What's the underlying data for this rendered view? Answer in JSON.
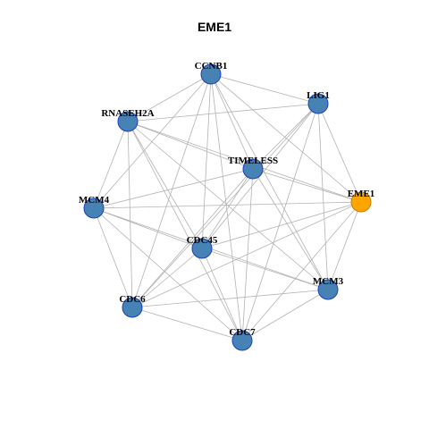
{
  "title": "EME1",
  "colors": {
    "node_fill": "#4682b4",
    "node_stroke": "#1f3fbf",
    "hub_fill": "#ffa500",
    "hub_stroke": "#c47d00",
    "edge": "#b3b3b3"
  },
  "network": {
    "nodes": [
      {
        "id": "CCNB1",
        "label": "CCNB1",
        "hub": false
      },
      {
        "id": "LIG1",
        "label": "LIG1",
        "hub": false
      },
      {
        "id": "RNASEH2A",
        "label": "RNASEH2A",
        "hub": false
      },
      {
        "id": "TIMELESS",
        "label": "TIMELESS",
        "hub": false
      },
      {
        "id": "EME1",
        "label": "EME1",
        "hub": true
      },
      {
        "id": "MCM4",
        "label": "MCM4",
        "hub": false
      },
      {
        "id": "CDC45",
        "label": "CDC45",
        "hub": false
      },
      {
        "id": "MCM3",
        "label": "MCM3",
        "hub": false
      },
      {
        "id": "CDC6",
        "label": "CDC6",
        "hub": false
      },
      {
        "id": "CDC7",
        "label": "CDC7",
        "hub": false
      }
    ],
    "edges": [
      [
        "CCNB1",
        "LIG1"
      ],
      [
        "CCNB1",
        "RNASEH2A"
      ],
      [
        "CCNB1",
        "TIMELESS"
      ],
      [
        "CCNB1",
        "EME1"
      ],
      [
        "CCNB1",
        "MCM4"
      ],
      [
        "CCNB1",
        "CDC45"
      ],
      [
        "CCNB1",
        "MCM3"
      ],
      [
        "CCNB1",
        "CDC6"
      ],
      [
        "CCNB1",
        "CDC7"
      ],
      [
        "LIG1",
        "RNASEH2A"
      ],
      [
        "LIG1",
        "TIMELESS"
      ],
      [
        "LIG1",
        "EME1"
      ],
      [
        "LIG1",
        "CDC45"
      ],
      [
        "LIG1",
        "MCM3"
      ],
      [
        "LIG1",
        "CDC6"
      ],
      [
        "LIG1",
        "CDC7"
      ],
      [
        "RNASEH2A",
        "TIMELESS"
      ],
      [
        "RNASEH2A",
        "EME1"
      ],
      [
        "RNASEH2A",
        "MCM4"
      ],
      [
        "RNASEH2A",
        "CDC45"
      ],
      [
        "RNASEH2A",
        "MCM3"
      ],
      [
        "RNASEH2A",
        "CDC6"
      ],
      [
        "RNASEH2A",
        "CDC7"
      ],
      [
        "TIMELESS",
        "EME1"
      ],
      [
        "TIMELESS",
        "MCM4"
      ],
      [
        "TIMELESS",
        "CDC45"
      ],
      [
        "TIMELESS",
        "MCM3"
      ],
      [
        "TIMELESS",
        "CDC6"
      ],
      [
        "TIMELESS",
        "CDC7"
      ],
      [
        "EME1",
        "MCM4"
      ],
      [
        "EME1",
        "CDC45"
      ],
      [
        "EME1",
        "MCM3"
      ],
      [
        "EME1",
        "CDC6"
      ],
      [
        "EME1",
        "CDC7"
      ],
      [
        "MCM4",
        "CDC45"
      ],
      [
        "MCM4",
        "MCM3"
      ],
      [
        "MCM4",
        "CDC6"
      ],
      [
        "MCM4",
        "CDC7"
      ],
      [
        "CDC45",
        "MCM3"
      ],
      [
        "CDC45",
        "CDC6"
      ],
      [
        "CDC45",
        "CDC7"
      ],
      [
        "MCM3",
        "CDC6"
      ],
      [
        "MCM3",
        "CDC7"
      ],
      [
        "CDC6",
        "CDC7"
      ]
    ]
  }
}
